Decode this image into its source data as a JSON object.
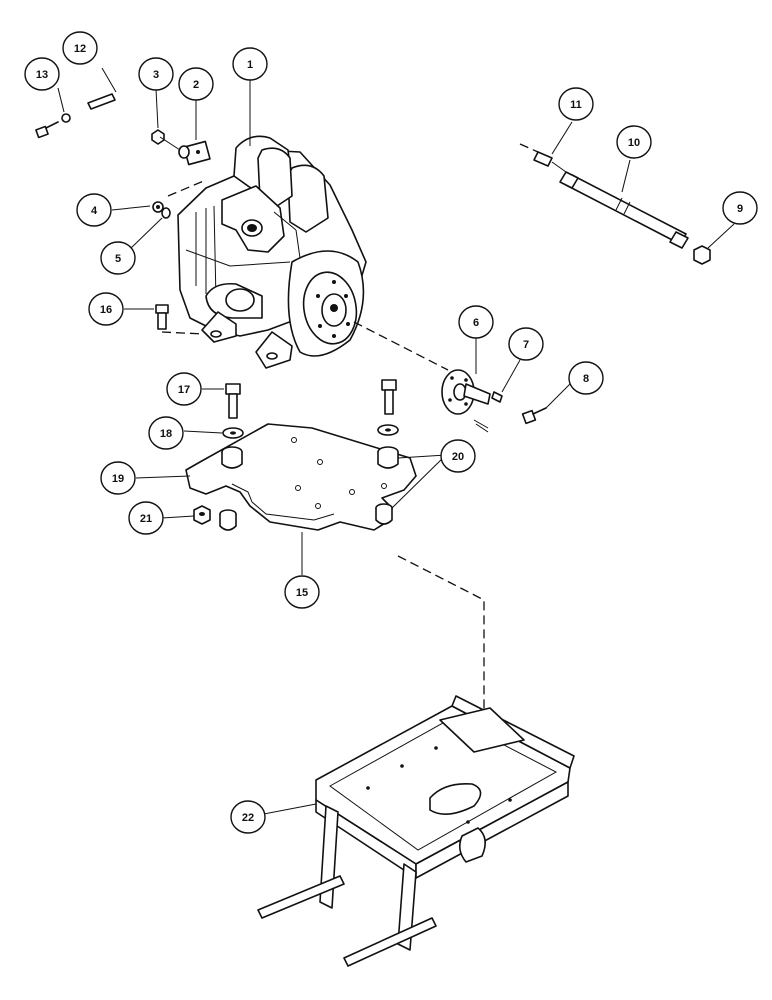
{
  "diagram": {
    "callouts": [
      {
        "id": "1",
        "label": "1"
      },
      {
        "id": "2",
        "label": "2"
      },
      {
        "id": "3",
        "label": "3"
      },
      {
        "id": "4",
        "label": "4"
      },
      {
        "id": "5",
        "label": "5"
      },
      {
        "id": "6",
        "label": "6"
      },
      {
        "id": "7",
        "label": "7"
      },
      {
        "id": "8",
        "label": "8"
      },
      {
        "id": "9",
        "label": "9"
      },
      {
        "id": "10",
        "label": "10"
      },
      {
        "id": "11",
        "label": "11"
      },
      {
        "id": "12",
        "label": "12"
      },
      {
        "id": "13",
        "label": "13"
      },
      {
        "id": "15",
        "label": "15"
      },
      {
        "id": "16",
        "label": "16"
      },
      {
        "id": "17",
        "label": "17"
      },
      {
        "id": "18",
        "label": "18"
      },
      {
        "id": "19",
        "label": "19"
      },
      {
        "id": "20",
        "label": "20"
      },
      {
        "id": "21",
        "label": "21"
      },
      {
        "id": "22",
        "label": "22"
      }
    ]
  }
}
